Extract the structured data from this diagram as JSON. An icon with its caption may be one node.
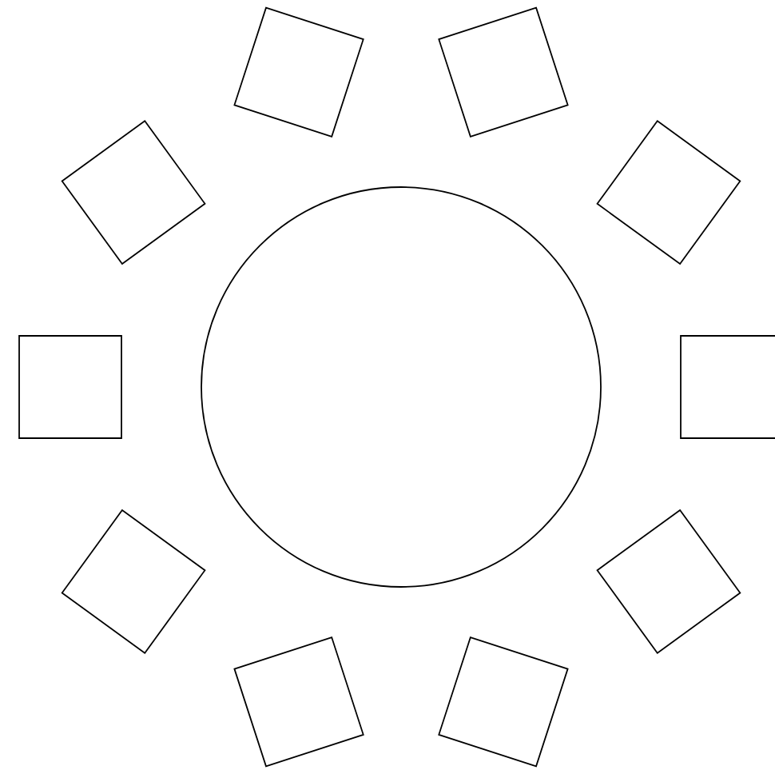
{
  "diagram": {
    "nodes": [
      {
        "text": [],
        "shape": "circle"
      },
      {
        "text": [],
        "shape": "box"
      },
      {
        "text": [],
        "shape": "box"
      },
      {
        "text": [],
        "shape": "box"
      },
      {
        "text": [],
        "shape": "box"
      },
      {
        "text": [],
        "shape": "box"
      },
      {
        "text": [],
        "shape": "box"
      },
      {
        "text": [],
        "shape": "box"
      },
      {
        "text": [],
        "shape": "box"
      },
      {
        "text": [],
        "shape": "box"
      },
      {
        "text": [],
        "shape": "box"
      }
    ]
  }
}
